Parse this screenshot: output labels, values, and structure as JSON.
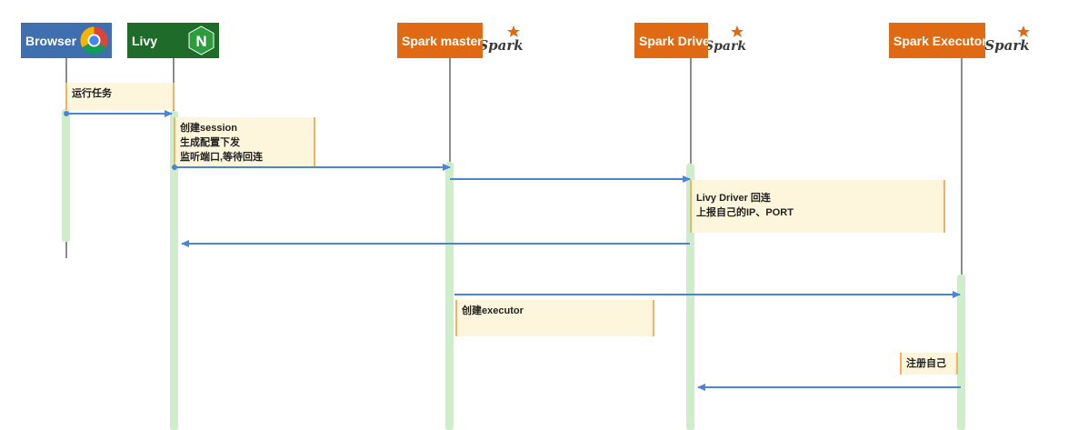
{
  "actors": {
    "browser": {
      "label": "Browser",
      "color": "#3f6fae"
    },
    "livy": {
      "label": "Livy",
      "color": "#1e6b2a",
      "logo_letter": "N"
    },
    "master": {
      "label": "Spark master",
      "color": "#e06a14",
      "logo_text": "Spark"
    },
    "driver": {
      "label": "Spark Driver",
      "color": "#e06a14",
      "logo_text": "Spark"
    },
    "executor": {
      "label": "Spark Executor",
      "color": "#e06a14",
      "logo_text": "Spark"
    }
  },
  "notes": {
    "run_task": "运行任务",
    "create_session": "创建session\n生成配置下发\n监听端口,等待回连",
    "driver_callback": "Livy Driver 回连\n上报自己的IP、PORT",
    "create_executor": "创建executor",
    "register_self": "注册自己"
  },
  "colors": {
    "arrow": "#4a86d4",
    "activation": "#cfeccb",
    "note_bg": "#fdf6dc",
    "note_border": "#f2b266"
  }
}
